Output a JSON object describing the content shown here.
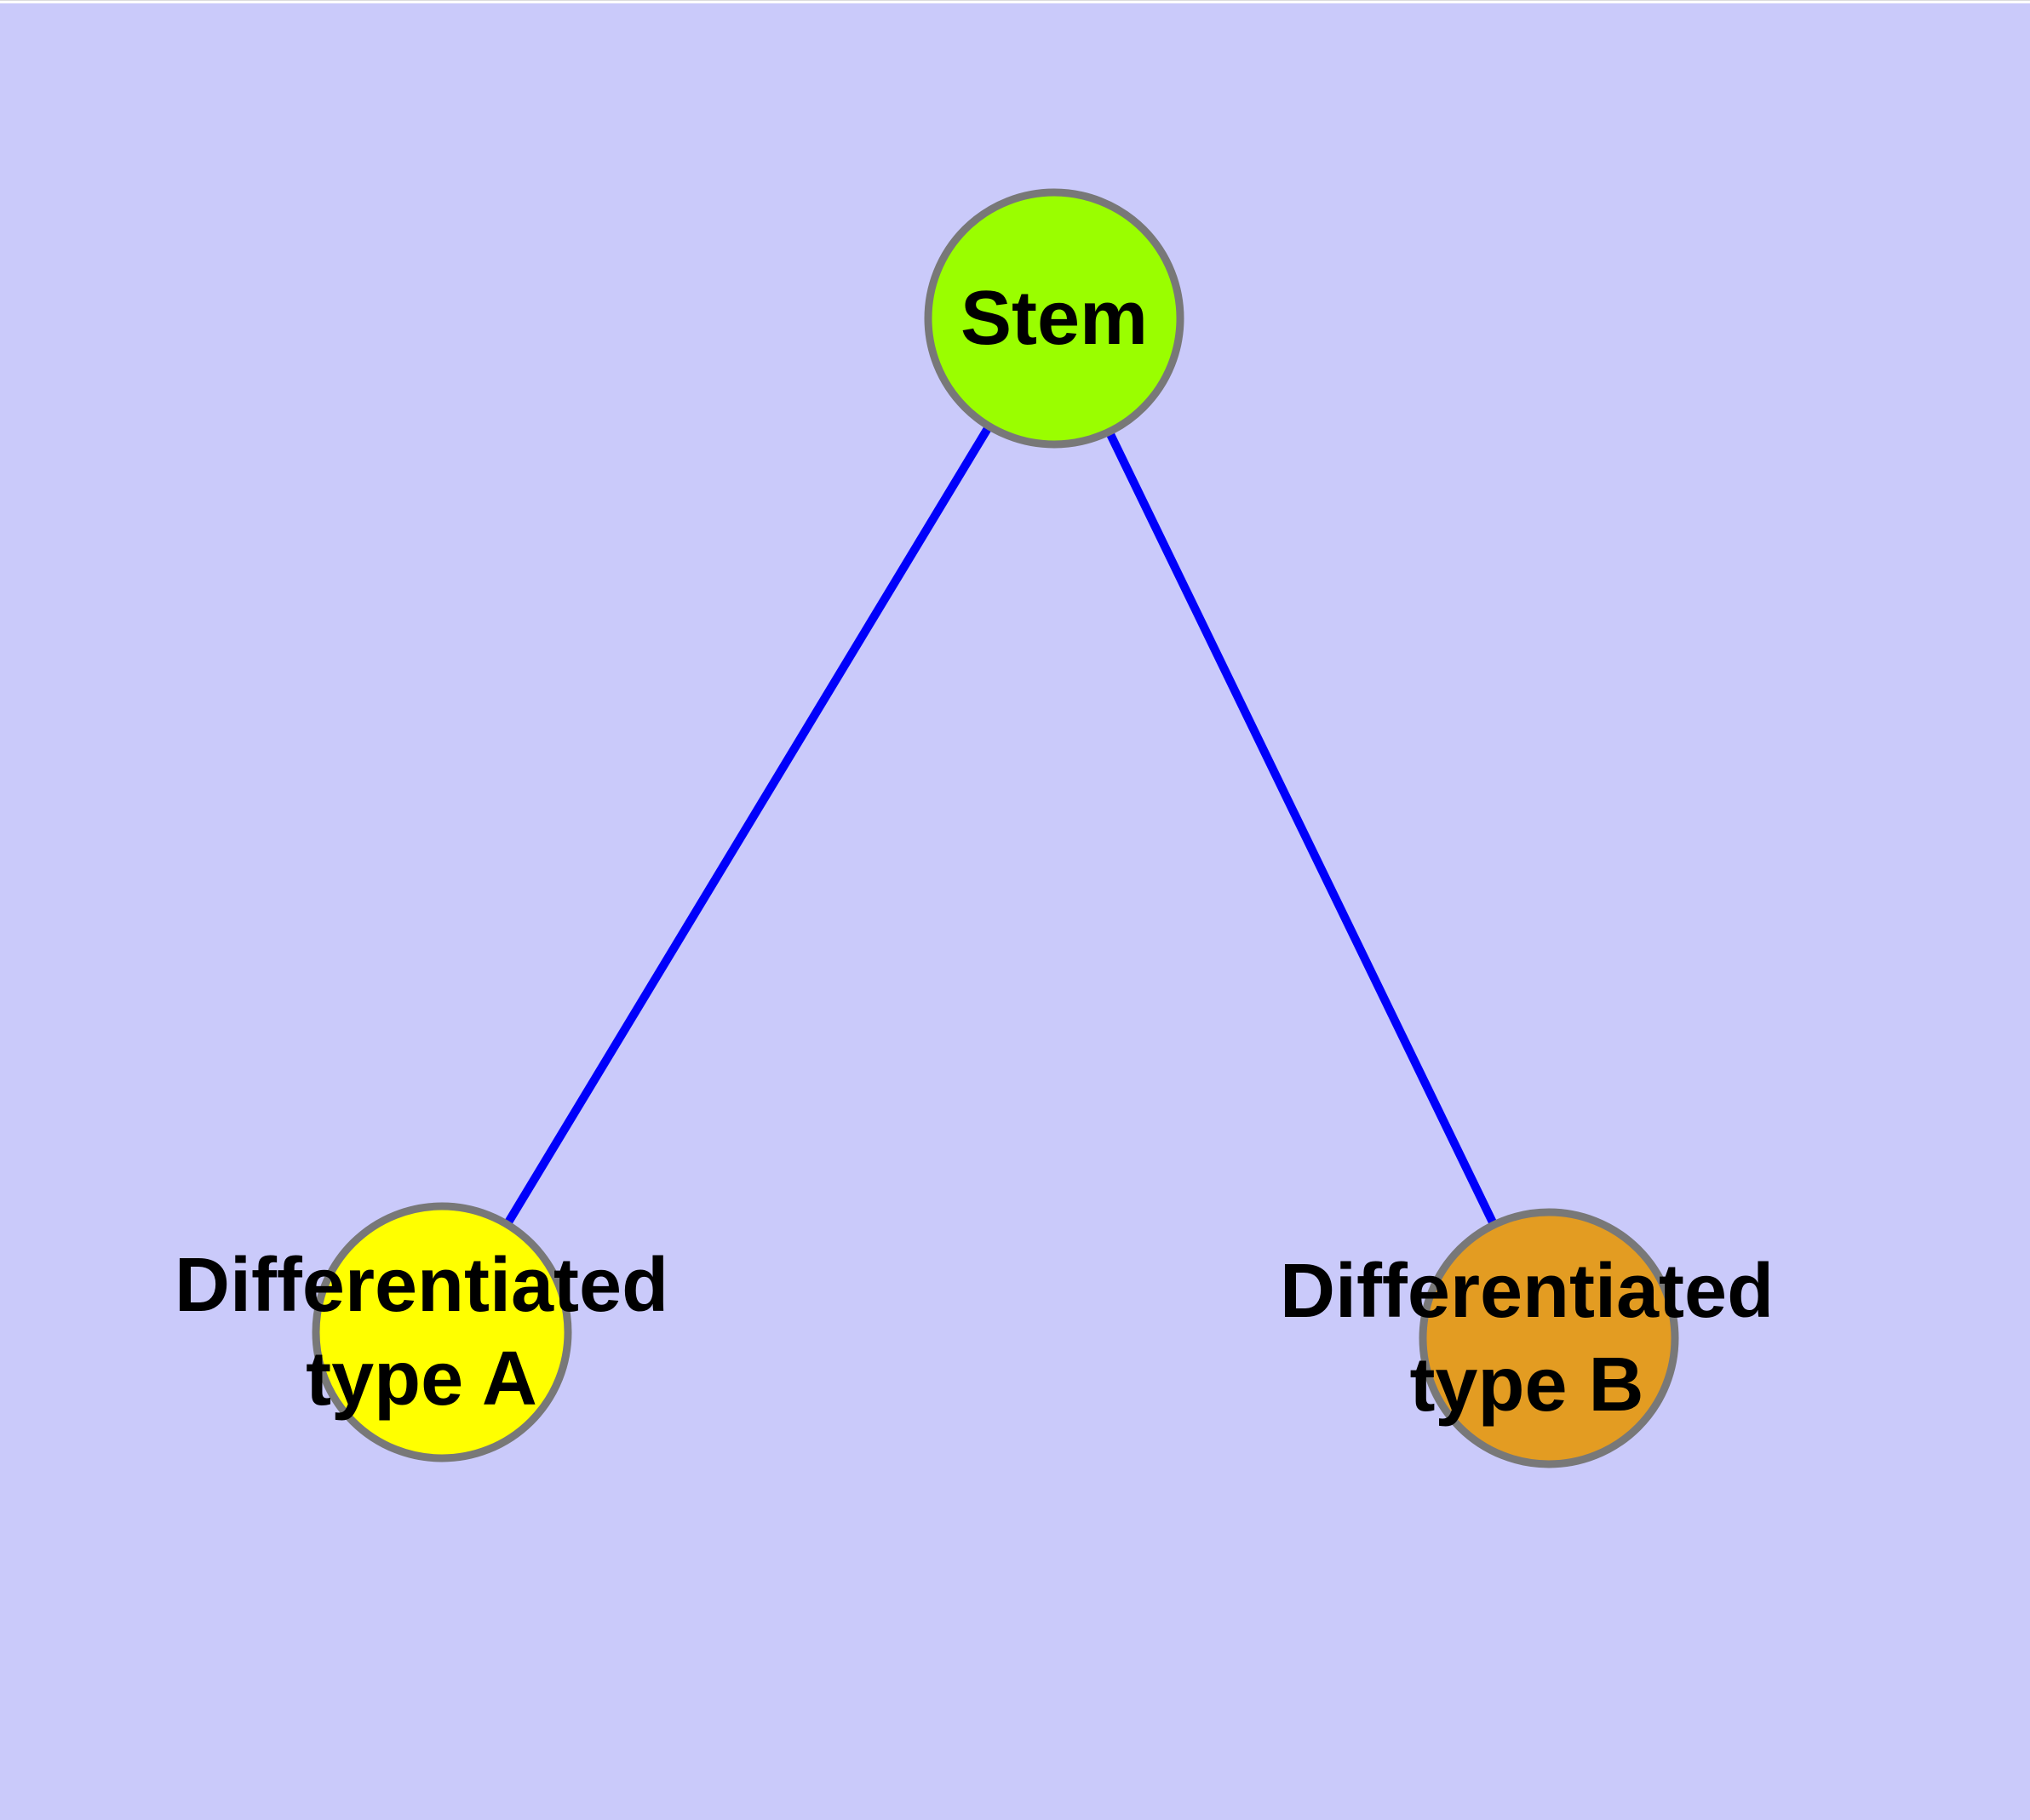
{
  "figure": {
    "background_color": "#CACAFA",
    "top_strip_color": "#FDFDFD",
    "node_border_color": "#787878",
    "edge_color": "#0000FA",
    "text_color": "#000000"
  },
  "graph": {
    "nodes": [
      {
        "id": "stem",
        "label": "Stem",
        "color": "#9AFE00"
      },
      {
        "id": "type-a",
        "label": "Differentiated\ntype A",
        "color": "#FFFF00"
      },
      {
        "id": "type-b",
        "label": "Differentiated\ntype B",
        "color": "#E39C22"
      }
    ],
    "edges": [
      {
        "from": "stem",
        "to": "type-a"
      },
      {
        "from": "stem",
        "to": "type-b"
      }
    ]
  }
}
